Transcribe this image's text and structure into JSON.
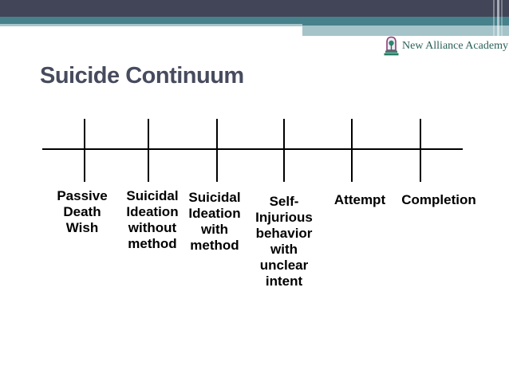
{
  "slide": {
    "title": "Suicide Continuum"
  },
  "header": {
    "logo": {
      "text": "New Alliance Academy",
      "emblem_icon": "arched-doorway-with-tree"
    }
  },
  "diagram": {
    "type": "continuum-axis",
    "stages": [
      {
        "label": "Passive\nDeath\nWish"
      },
      {
        "label": "Suicidal\nIdeation\nwithout\nmethod"
      },
      {
        "label": "Suicidal\nIdeation\nwith\nmethod"
      },
      {
        "label": "Self-\nInjurious\nbehavior\nwith\nunclear\nintent"
      },
      {
        "label": "Attempt"
      },
      {
        "label": "Completion"
      }
    ]
  },
  "colors": {
    "header_dark_bar": "#424557",
    "header_teal_bar": "#47818b",
    "header_light_teal_bar": "#a9c7cb",
    "title_text": "#474b5e",
    "logo_text": "#2a6156",
    "logo_emblem_purple": "#8a3e72",
    "logo_emblem_green": "#2e8570",
    "axis_and_labels": "#000000"
  }
}
